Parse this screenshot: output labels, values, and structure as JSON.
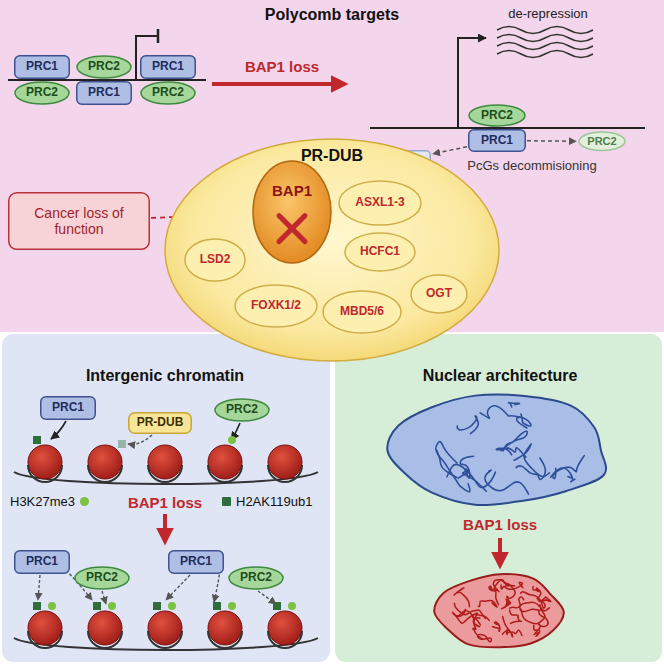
{
  "diagram": {
    "nodes": [
      {
        "text": [
          "PRC1"
        ]
      },
      {
        "text": [
          "PRC2"
        ]
      },
      {
        "text": [
          "PRC1"
        ]
      },
      {
        "text": [
          "PRC2"
        ]
      },
      {
        "text": [
          "PRC1"
        ]
      },
      {
        "text": [
          "PRC2"
        ]
      },
      {
        "text": [
          "PRC2"
        ]
      },
      {
        "text": [
          "PRC1"
        ]
      },
      {
        "text": [
          "PRC1"
        ]
      },
      {
        "text": [
          "PRC2"
        ]
      },
      {
        "text": [
          "Cancer loss of function"
        ]
      },
      {
        "text": [
          "PR-DUB"
        ]
      },
      {
        "text": [
          "BAP1"
        ],
        "in": 11
      },
      {
        "text": [
          "ASXL1-3"
        ],
        "in": 11
      },
      {
        "text": [
          "LSD2"
        ],
        "in": 11
      },
      {
        "text": [
          "HCFC1"
        ],
        "in": 11
      },
      {
        "text": [
          "FOXK1/2"
        ],
        "in": 11
      },
      {
        "text": [
          "MBD5/6"
        ],
        "in": 11
      },
      {
        "text": [
          "OGT"
        ],
        "in": 11
      },
      {
        "text": [
          "PRC1"
        ]
      },
      {
        "text": [
          "PR-DUB"
        ]
      },
      {
        "text": [
          "PRC2"
        ]
      },
      {
        "text": [
          "PRC1"
        ]
      },
      {
        "text": [
          "PRC2"
        ]
      },
      {
        "text": [
          "PRC1"
        ]
      },
      {
        "text": [
          "PRC2"
        ]
      }
    ],
    "edges": [
      {
        "from": 10,
        "to": 12,
        "arrow": "none"
      },
      {
        "from": 8,
        "to": 7,
        "arrow": "to"
      },
      {
        "from": 8,
        "to": 9,
        "arrow": "to"
      }
    ],
    "labels": [
      "Polycomb targets",
      "BAP1 loss",
      "de-repression",
      "PcGs decommisioning",
      "Intergenic chromatin",
      "BAP1 loss",
      "Nuclear architecture",
      "BAP1 loss"
    ],
    "legend": [
      {
        "text": "H3K27me3",
        "color": "#7cc242"
      },
      {
        "text": "H2AK119ub1",
        "color": "#2f6e3b"
      }
    ]
  }
}
